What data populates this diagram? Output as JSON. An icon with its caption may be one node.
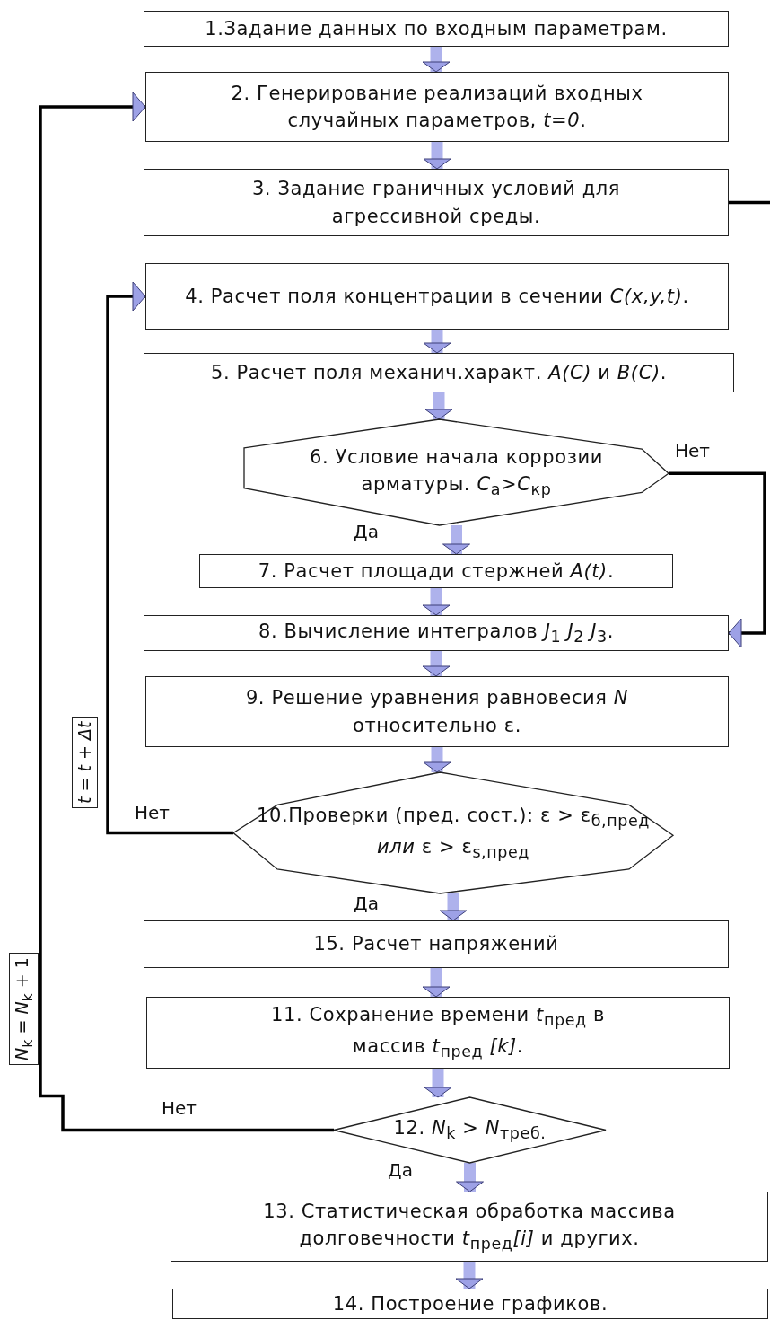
{
  "diagram": {
    "nodes": [
      {
        "text": [
          "1.Задание данных по входным параметрам."
        ]
      },
      {
        "text": [
          "2. Генерирование реализаций входных случайных параметров, *t=0*."
        ]
      },
      {
        "text": [
          "3. Задание граничных условий для агрессивной среды."
        ]
      },
      {
        "text": [
          "4. Расчет поля концентрации в сечении *C(x,y,t)*."
        ]
      },
      {
        "text": [
          "5. Расчет поля механич.характ. *A(C)* и *B(C)*."
        ]
      },
      {
        "text": [
          "6. Условие начала коррозии арматуры. *C*$_{а}$>*C*$_{кр}$"
        ]
      },
      {
        "text": [
          "7. Расчет площади стержней *A(t)*."
        ]
      },
      {
        "text": [
          "8. Вычисление интегралов *J*$_{1}$ *J*$_{2}$ *J*$_{3}$."
        ]
      },
      {
        "text": [
          "9. Решение уравнения равновесия *N* относительно ε."
        ]
      },
      {
        "text": [
          "10.Проверки (пред. сост.): ε > ε$_{б,пред}$ *или* ε > ε$_{s,пред}$"
        ]
      },
      {
        "text": [
          "15. Расчет напряжений"
        ]
      },
      {
        "text": [
          "11. Сохранение времени *t*$_{пред}$ в массив *t*$_{пред}$ *[k]*."
        ]
      },
      {
        "text": [
          "12. *N*$_{k}$ > *N*$_{треб.}$"
        ]
      },
      {
        "text": [
          "13. Статистическая обработка массива долговечности *t*$_{пред}$*[i]* и других."
        ]
      },
      {
        "text": [
          "14. Построение графиков."
        ]
      }
    ],
    "edges": [
      {
        "from": 0,
        "to": 1,
        "arrow": "to"
      },
      {
        "from": 1,
        "to": 2,
        "arrow": "to"
      },
      {
        "from": 2,
        "to": null,
        "arrow": "none",
        "color": "#000000"
      },
      {
        "from": 3,
        "to": 4,
        "arrow": "to"
      },
      {
        "from": 4,
        "to": 5,
        "arrow": "to"
      },
      {
        "from": 5,
        "to": 6,
        "arrow": "to",
        "label": "Да"
      },
      {
        "from": 5,
        "to": 7,
        "arrow": "to",
        "label": "Нет",
        "color": "#000000"
      },
      {
        "from": 6,
        "to": 7,
        "arrow": "to"
      },
      {
        "from": 7,
        "to": 8,
        "arrow": "to"
      },
      {
        "from": 8,
        "to": 9,
        "arrow": "to"
      },
      {
        "from": 9,
        "to": 3,
        "arrow": "to",
        "label": "Нет",
        "color": "#000000"
      },
      {
        "from": 9,
        "to": 10,
        "arrow": "to",
        "label": "Да"
      },
      {
        "from": 10,
        "to": 11,
        "arrow": "to"
      },
      {
        "from": 11,
        "to": 12,
        "arrow": "to"
      },
      {
        "from": 12,
        "to": 1,
        "arrow": "to",
        "label": "Нет",
        "color": "#000000"
      },
      {
        "from": 12,
        "to": 13,
        "arrow": "to",
        "label": "Да"
      },
      {
        "from": 13,
        "to": 14,
        "arrow": "to"
      }
    ],
    "labels": [
      "*t* = *t* + *Δt*",
      "*N*$_{k}$ = *N*$_{k}$ + 1"
    ]
  }
}
